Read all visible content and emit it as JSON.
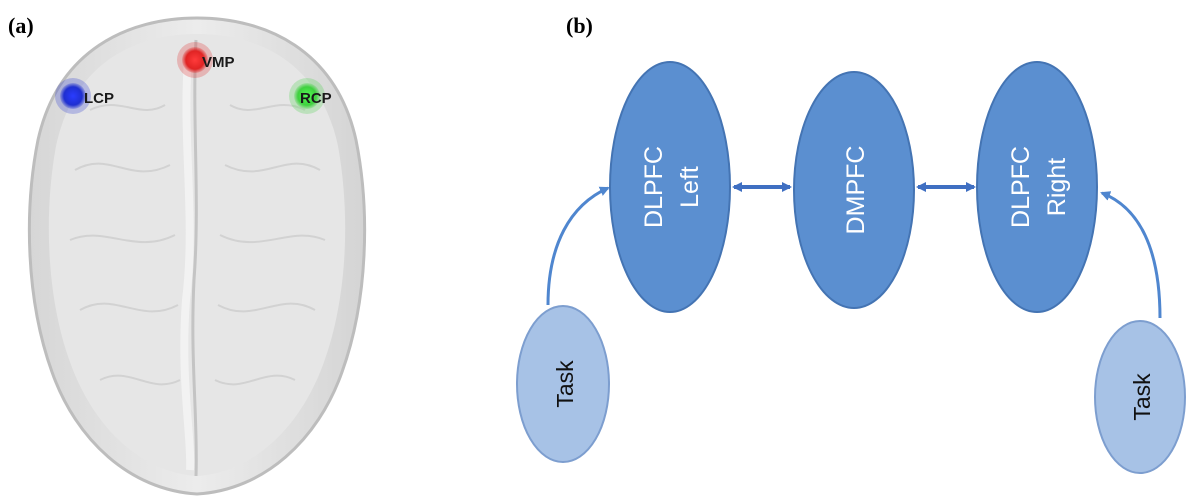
{
  "panel_a": {
    "label": "(a)",
    "channels": [
      {
        "id": "lcp",
        "label": "LCP",
        "color": "#1f2fd0"
      },
      {
        "id": "vmp",
        "label": "VMP",
        "color": "#e02424"
      },
      {
        "id": "rcp",
        "label": "RCP",
        "color": "#3fd03f"
      }
    ]
  },
  "panel_b": {
    "label": "(b)",
    "nodes": {
      "dlpfc_left": {
        "line1": "DLPFC",
        "line2": "Left"
      },
      "dmpfc": {
        "line1": "DMPFC"
      },
      "dlpfc_right": {
        "line1": "DLPFC",
        "line2": "Right"
      },
      "task_left": {
        "line1": "Task"
      },
      "task_right": {
        "line1": "Task"
      }
    },
    "colors": {
      "node_fill": "#5b8fd0",
      "node_stroke": "#4474b3",
      "task_fill": "#a7c2e6",
      "task_stroke": "#7d9ecf",
      "arrow": "#4f86cf",
      "double_arrow": "#3f6fc2"
    }
  }
}
